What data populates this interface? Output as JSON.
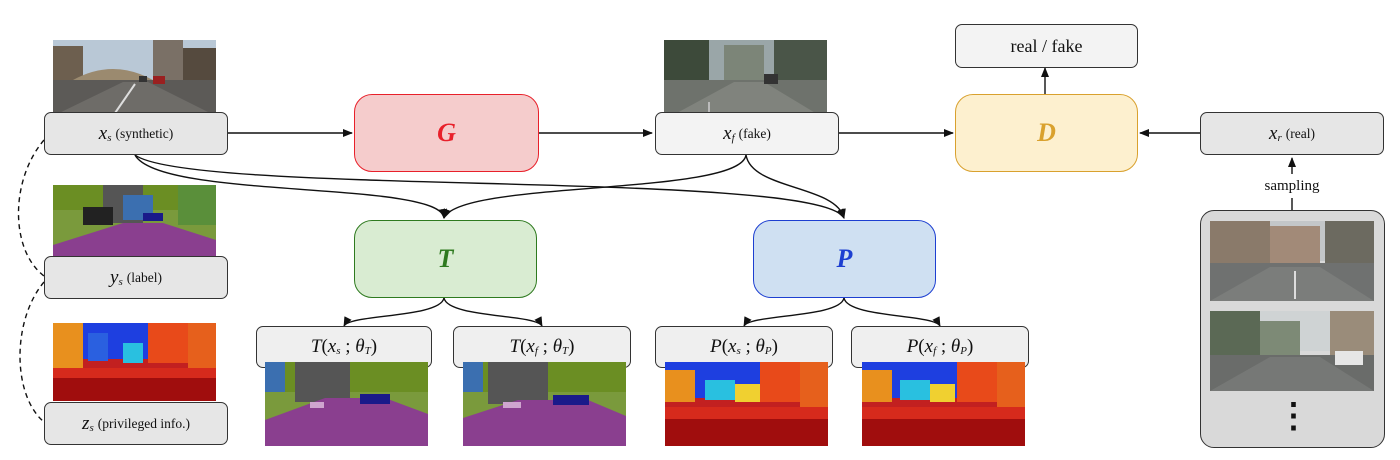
{
  "nodes": {
    "xs": {
      "symbol": "x",
      "subscript": "s",
      "desc": "(synthetic)"
    },
    "ys": {
      "symbol": "y",
      "subscript": "s",
      "desc": "(label)"
    },
    "zs": {
      "symbol": "z",
      "subscript": "s",
      "desc": "(privileged info.)"
    },
    "xf": {
      "symbol": "x",
      "subscript": "f",
      "desc": "(fake)"
    },
    "xr": {
      "symbol": "x",
      "subscript": "r",
      "desc": "(real)"
    },
    "real_fake": "real / fake",
    "sampling": "sampling",
    "ellipsis": "⋮"
  },
  "networks": {
    "G": {
      "label": "G",
      "color": "#e8202a",
      "fill": "#f5cccc"
    },
    "D": {
      "label": "D",
      "color": "#d9a12e",
      "fill": "#fdf0cf"
    },
    "T": {
      "label": "T",
      "color": "#2e7a1f",
      "fill": "#d9ecd2"
    },
    "P": {
      "label": "P",
      "color": "#1d3fd1",
      "fill": "#cfe0f2"
    }
  },
  "outputs": {
    "t_xs": {
      "fn": "T",
      "arg": "x",
      "arg_sub": "s",
      "param": "θ",
      "param_sub": "T"
    },
    "t_xf": {
      "fn": "T",
      "arg": "x",
      "arg_sub": "f",
      "param": "θ",
      "param_sub": "T"
    },
    "p_xs": {
      "fn": "P",
      "arg": "x",
      "arg_sub": "s",
      "param": "θ",
      "param_sub": "P"
    },
    "p_xf": {
      "fn": "P",
      "arg": "x",
      "arg_sub": "f",
      "param": "θ",
      "param_sub": "P"
    }
  },
  "images": {
    "synthetic": "synthetic-street-image",
    "fake": "fake-street-image",
    "label": "segmentation-label-map",
    "privileged": "depth-map",
    "real_samples": "real-street-photos"
  }
}
